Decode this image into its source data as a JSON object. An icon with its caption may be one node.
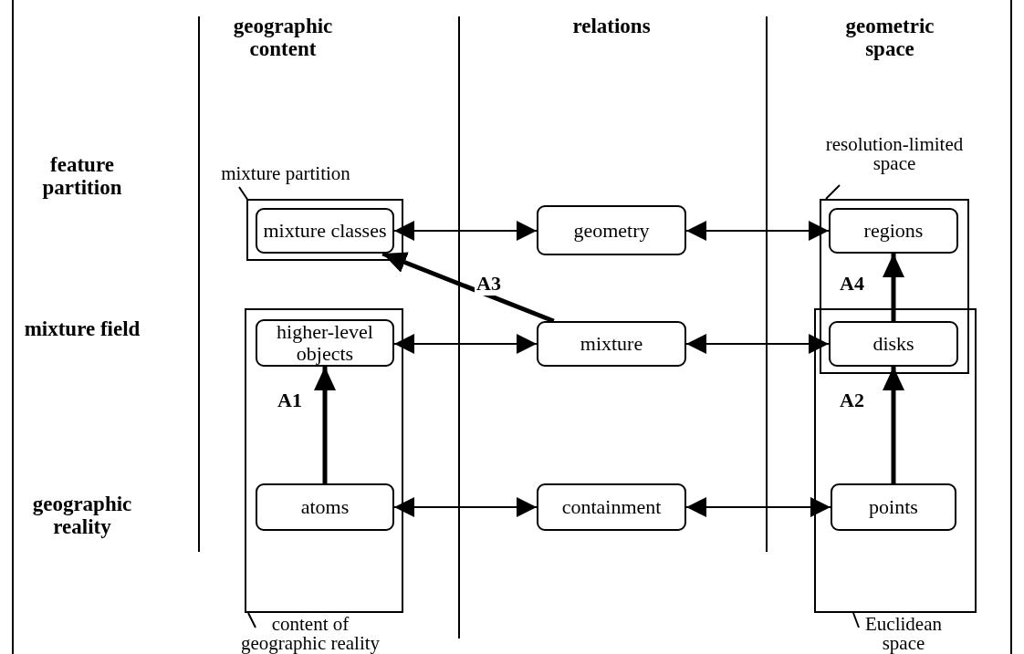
{
  "diagram": {
    "nodes": [
      {
        "text": [
          "mixture partition"
        ]
      },
      {
        "text": [
          "mixture classes"
        ],
        "in": 0
      },
      {
        "text": [
          "geometry"
        ]
      },
      {
        "text": [
          "resolution-limited space"
        ]
      },
      {
        "text": [
          "regions"
        ],
        "in": 3
      },
      {
        "text": [
          "content of geographic reality"
        ]
      },
      {
        "text": [
          "higher-level objects"
        ],
        "in": 5
      },
      {
        "text": [
          "mixture"
        ]
      },
      {
        "text": [
          "Euclidean space"
        ]
      },
      {
        "text": [
          "disks"
        ]
      },
      {
        "text": [
          "atoms"
        ],
        "in": 5
      },
      {
        "text": [
          "containment"
        ]
      },
      {
        "text": [
          "points"
        ],
        "in": 8
      }
    ],
    "edges": [
      {
        "from": 1,
        "to": 2,
        "arrow": "both"
      },
      {
        "from": 2,
        "to": 4,
        "arrow": "both"
      },
      {
        "from": 7,
        "to": 1,
        "arrow": "to",
        "label": "A3",
        "style": "thick"
      },
      {
        "from": 9,
        "to": 4,
        "arrow": "to",
        "label": "A4",
        "style": "thick"
      },
      {
        "from": 6,
        "to": 7,
        "arrow": "both"
      },
      {
        "from": 7,
        "to": 9,
        "arrow": "both"
      },
      {
        "from": 10,
        "to": 6,
        "arrow": "to",
        "label": "A1",
        "style": "thick"
      },
      {
        "from": 12,
        "to": 9,
        "arrow": "to",
        "label": "A2",
        "style": "thick"
      },
      {
        "from": 10,
        "to": 11,
        "arrow": "both"
      },
      {
        "from": 11,
        "to": 12,
        "arrow": "both"
      }
    ],
    "labels": [
      "geographic content",
      "relations",
      "geometric space",
      "feature partition",
      "mixture field",
      "geographic reality"
    ]
  }
}
